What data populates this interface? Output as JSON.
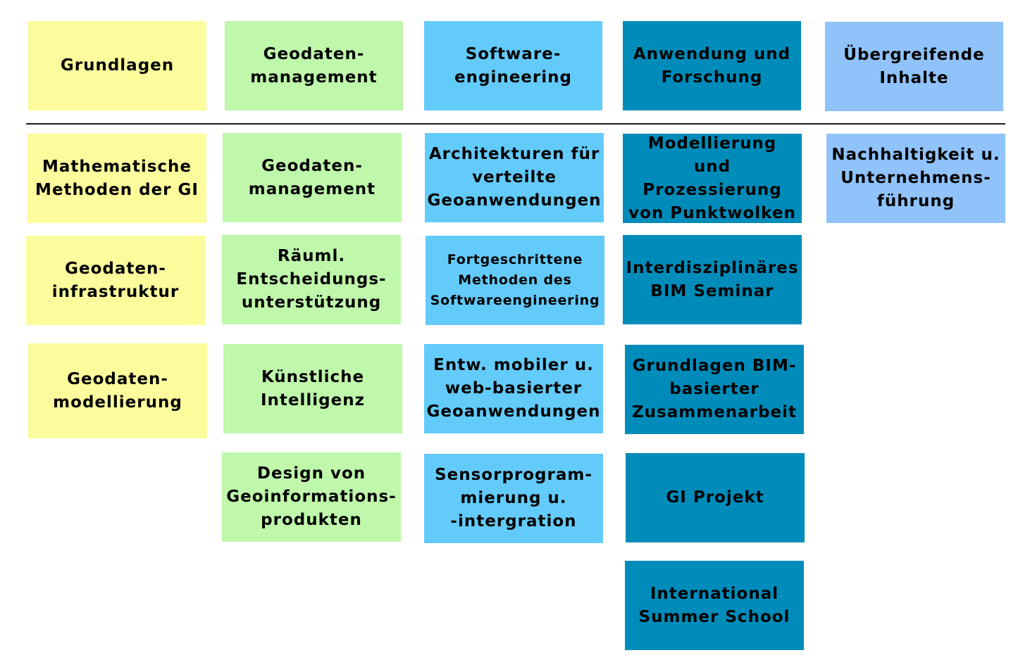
{
  "colors": {
    "grundlagen": "#fcfc9c",
    "geodatenmanagement": "#bff7ab",
    "softwareengineering": "#63cbfa",
    "anwendung_forschung": "#008cba",
    "uebergreifend": "#8fc3fa",
    "text": "#000000",
    "divider": "#1a1a1a"
  },
  "header": {
    "col1": "Grundlagen",
    "col2": "Geodaten-\nmanagement",
    "col3": "Software-\nengineering",
    "col4": "Anwendung und\nForschung",
    "col5": "Übergreifende\nInhalte"
  },
  "columns": {
    "grundlagen": [
      "Mathematische\nMethoden der GI",
      "Geodaten-\ninfrastruktur",
      "Geodaten-\nmodellierung"
    ],
    "geodatenmanagement": [
      "Geodaten-\nmanagement",
      "Räuml.\nEntscheidungs-\nunterstützung",
      "Künstliche\nIntelligenz",
      "Design von\nGeoinformations-\nprodukten"
    ],
    "softwareengineering": [
      "Architekturen für\nverteilte\nGeoanwendungen",
      "Fortgeschrittene\nMethoden des\nSoftwareengineering",
      "Entw. mobiler u.\nweb-basierter\nGeoanwendungen",
      "Sensorprogram-\nmierung u.\n-intergration"
    ],
    "anwendung_forschung": [
      "Modellierung und\nProzessierung\nvon Punktwolken",
      "Interdisziplinäres\nBIM Seminar",
      "Grundlagen BIM-\nbasierter\nZusammenarbeit",
      "GI Projekt",
      "International\nSummer School"
    ],
    "uebergreifend": [
      "Nachhaltigkeit u.\nUnternehmens-\nführung"
    ]
  }
}
